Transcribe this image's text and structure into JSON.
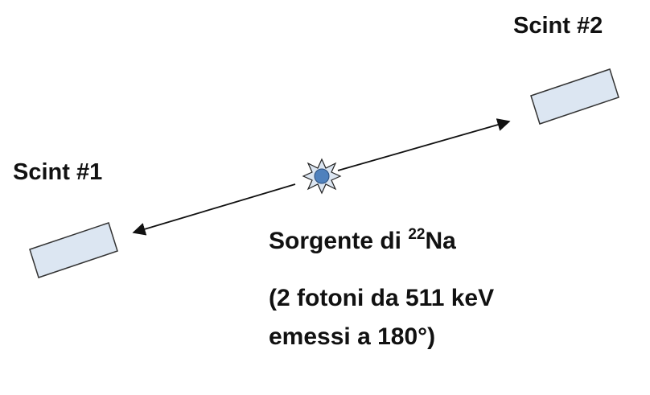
{
  "detectors": {
    "scint1": {
      "label": "Scint #1"
    },
    "scint2": {
      "label": "Scint #2"
    }
  },
  "source": {
    "label_prefix": "Sorgente di ",
    "isotope_mass": "22",
    "isotope_symbol": "Na"
  },
  "note": {
    "line1": "(2 fotoni da 511 keV",
    "line2": "emessi a 180°)"
  },
  "colors": {
    "scintillator_fill": "#dce6f2",
    "scintillator_stroke": "#333333",
    "source_fill": "#4f81bd",
    "star_fill": "#dce6f2",
    "arrow": "#111111"
  },
  "icons": {
    "source": "radioactive-source-star-icon"
  }
}
